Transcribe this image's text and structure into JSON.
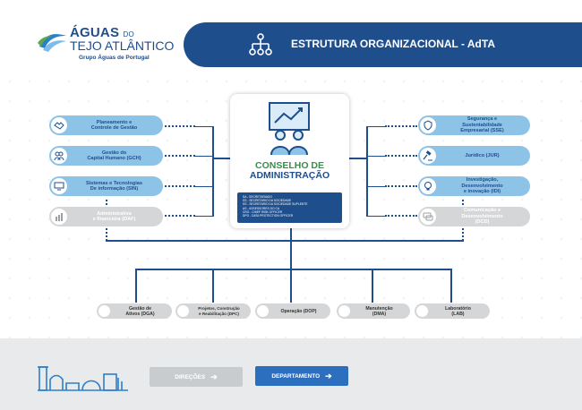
{
  "header": {
    "logo_line1": "ÁGUAS",
    "logo_line1_small": "DO",
    "logo_line2": "TEJO ATLÂNTICO",
    "logo_line3": "Grupo Águas de Portugal",
    "title": "ESTRUTURA ORGANIZACIONAL - AdTA"
  },
  "center": {
    "title_line1": "CONSELHO DE",
    "title_line2": "ADMINISTRAÇÃO",
    "legend": [
      "SA - SECRETARIADO",
      "SS - SECRETARIO DA SOCIEDADE",
      "SS - SECRETARIO DA SOCIEDADE SUPLENTE",
      "AS - ASSESSORES DO CA",
      "CRO - CHIEF RISK OFFICER",
      "DPO - DATA PROTECTION OFFICER"
    ]
  },
  "left_units": [
    {
      "line1": "Planeamento e",
      "line2": "Controle de Gestão",
      "icon": "handshake-icon"
    },
    {
      "line1": "Gestão do",
      "line2": "Capital Humano (GCH)",
      "icon": "people-icon"
    },
    {
      "line1": "Sistemas e Tecnologias",
      "line2": "De informação (SIN)",
      "icon": "computer-icon"
    },
    {
      "line1": "Administrativa",
      "line2": "e financeira (DAF)",
      "icon": "finance-icon"
    }
  ],
  "right_units": [
    {
      "line1": "Segurança e",
      "line2": "Sustentabilidade",
      "line3": "Empresarial (SSE)",
      "icon": "shield-icon"
    },
    {
      "line1": "Jurídico (JUR)",
      "icon": "gavel-icon"
    },
    {
      "line1": "Investigação,",
      "line2": "Desenvolvimento",
      "line3": "e inovação (IDI)",
      "icon": "lightbulb-icon"
    },
    {
      "line1": "Comunicação e",
      "line2": "Desenvolvimento",
      "line3": "(DCD)",
      "icon": "chat-icon"
    }
  ],
  "bottom_units": [
    {
      "line1": "Gestão de",
      "line2": "Ativos (DGA)",
      "icon": "gear-icon"
    },
    {
      "line1": "Projetos, Construção",
      "line2": "e Reabilitação (DPC)",
      "icon": "helmet-icon"
    },
    {
      "line1": "Operação (DOP)",
      "icon": "dial-icon"
    },
    {
      "line1": "Manutenção",
      "line2": "(DMA)",
      "icon": "wrench-icon"
    },
    {
      "line1": "Laboratório",
      "line2": "(LAB)",
      "icon": "flask-icon"
    }
  ],
  "footer": {
    "direcoes_label": "DIREÇÕES",
    "departamento_label": "DEPARTAMENTO",
    "arrow": "➔"
  },
  "colors": {
    "navy": "#1f4e8c",
    "light_blue": "#8ec3e8",
    "gray": "#d4d6d8",
    "green": "#3a8d4a"
  }
}
